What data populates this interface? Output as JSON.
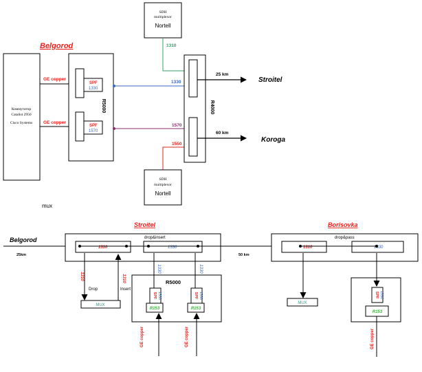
{
  "colors": {
    "red": "#e8231f",
    "blue": "#3a66c4",
    "green": "#3a9b6b",
    "purple": "#8b2d6b",
    "lime": "#3ab83a",
    "teal": "#2f9b8b",
    "black": "#000000"
  },
  "top": {
    "place_belgorod": "Belgorod",
    "place_stroitel": "Stroitel",
    "place_koroga": "Koroga",
    "switch": {
      "line1": "Коммутатор",
      "line2": "Catalist 2950",
      "line3": "Cisco Systems"
    },
    "ge_copper_1": "GE copper",
    "ge_copper_2": "GE copper",
    "spf1": {
      "label": "SPF",
      "wave": "1330"
    },
    "spf2": {
      "label": "SPF",
      "wave": "1570"
    },
    "r5000": "R5000",
    "r4000": "R4000",
    "sdh_top": {
      "line1": "SDH",
      "line2": "multiplexor",
      "line3": "Nortell"
    },
    "sdh_bottom": {
      "line1": "SDH",
      "line2": "multiplexor",
      "line3": "Nortell"
    },
    "wave_1310": "1310",
    "wave_1330": "1330",
    "wave_1570": "1570",
    "wave_1550": "1550",
    "dist_25": "25 km",
    "dist_60": "60 km",
    "mux_note": "mux"
  },
  "bottom": {
    "belgorod": "Belgorod",
    "stroitel": "Stroitel",
    "borisovka": "Borisovka",
    "dist_25": "25km",
    "dist_50": "50 km",
    "di_label": "drop&insert",
    "dp_label": "drop&pass",
    "s_red": "1310",
    "s_blue": "1330",
    "b_red": "1310",
    "b_blue": "1330",
    "v_red1": "1310",
    "v_red2": "1310",
    "v_blue1": "1330",
    "v_blue2": "1330",
    "drop": "Drop",
    "insert": "Insert",
    "mux1": "MUX",
    "mux2": "MUX",
    "r5000": "R5000",
    "spf_a": {
      "label": "SPF",
      "wave": "1330"
    },
    "spf_b": {
      "label": "SPF",
      "wave": "1330"
    },
    "spf_c": {
      "label": "SPF",
      "wave": "1330"
    },
    "r153_a": "R153",
    "r153_b": "R153",
    "r153_c": "R153",
    "ge_a": "GE copper",
    "ge_b": "GE copper",
    "ge_c": "GE copper"
  }
}
